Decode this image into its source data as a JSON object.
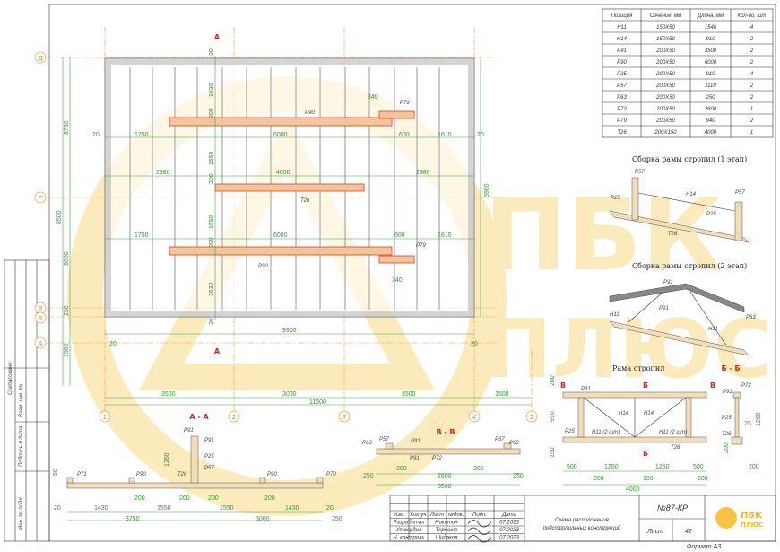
{
  "watermark": {
    "line1": "ПБК",
    "line2": "ПЛЮС",
    "color": "#f5c542"
  },
  "colors": {
    "accent_red": "#d0261e",
    "dimension_green": "#3aa83a",
    "axis_orange": "#f0a050",
    "beam_fill": "#f2c59a"
  },
  "axes": {
    "rows": [
      "Д",
      "Г",
      "В",
      "Б",
      "А"
    ],
    "cols": [
      "1",
      "2",
      "3",
      "4",
      "5"
    ]
  },
  "plan": {
    "section_mark": "А",
    "beams": [
      "Р90",
      "Р79",
      "Т26",
      "Р90",
      "Р79"
    ],
    "dims": {
      "d20": "20",
      "d1750": "1750",
      "d6000": "6000",
      "d600": "600",
      "d1610": "1610",
      "d2980": "2980",
      "d4000": "4000",
      "d340": "340",
      "d1630": "1630",
      "d1550": "1550",
      "d200": "200",
      "d9960": "9960",
      "d6960": "6960",
      "d3730": "3730",
      "d8500": "8500",
      "d3000": "3000",
      "d250": "250",
      "d1500": "1500",
      "d3500": "3500",
      "d11500": "11500"
    }
  },
  "table": {
    "headers": [
      "Позиция",
      "Сечение, мм",
      "Длина, мм",
      "Кол-во, шт"
    ],
    "rows": [
      [
        "Н11",
        "150Х50",
        "1546",
        "4"
      ],
      [
        "Н14",
        "150Х50",
        "910",
        "2"
      ],
      [
        "Р91",
        "200Х50",
        "3500",
        "2"
      ],
      [
        "Р90",
        "200Х50",
        "6000",
        "2"
      ],
      [
        "Р25",
        "200Х50",
        "910",
        "4"
      ],
      [
        "Р57",
        "200Х50",
        "1110",
        "2"
      ],
      [
        "Р63",
        "200Х50",
        "250",
        "2"
      ],
      [
        "Р72",
        "200Х50",
        "2600",
        "1"
      ],
      [
        "Р79",
        "200Х50",
        "940",
        "2"
      ],
      [
        "Т26",
        "200Х150",
        "4000",
        "1"
      ]
    ]
  },
  "views": {
    "stage1": {
      "title": "Сборка рамы стропил (1 этап)",
      "labels": [
        "Р57",
        "Р25",
        "Н14",
        "Р57",
        "Р25",
        "Т26"
      ]
    },
    "stage2": {
      "title": "Сборка рамы стропил (2 этап)",
      "labels": [
        "Р91",
        "Н11",
        "Р91",
        "Н11",
        "Р63"
      ]
    },
    "frame": {
      "title": "Рама стропил",
      "section_v": "В",
      "section_b": "Б",
      "labels": [
        "Р91",
        "Н14",
        "Н14",
        "Р25",
        "Н11 (2 шт)",
        "Н11 (2 шт)",
        "Т26"
      ],
      "dims": [
        "200",
        "910",
        "150",
        "500",
        "1250",
        "1250",
        "500",
        "200",
        "100",
        "200",
        "4000"
      ]
    },
    "bb": {
      "title": "Б - Б",
      "labels": [
        "Р91",
        "Р72",
        "Р25",
        "Т26"
      ],
      "dims": [
        "200",
        "25",
        "1260",
        "200"
      ]
    },
    "aa": {
      "title": "А - А",
      "labels": [
        "Р91",
        "Р91",
        "Р25",
        "Р57",
        "Т26",
        "Р71",
        "Р90",
        "Р90",
        "Р70"
      ],
      "dims": [
        "1260",
        "200",
        "50",
        "20",
        "1430",
        "200",
        "1550",
        "200",
        "1550",
        "200",
        "1430",
        "20",
        "3750",
        "3000",
        "250"
      ]
    },
    "vv": {
      "title": "В - В",
      "labels": [
        "Р63",
        "Р57",
        "Р91",
        "Р91",
        "Р72",
        "Р57",
        "Р63"
      ],
      "dims": [
        "250",
        "200",
        "2600",
        "200",
        "250",
        "3500"
      ]
    }
  },
  "stamp": {
    "approved": "Согласовано",
    "inv_vz": "Взам. инв. №",
    "sign_date": "Подпись и дата",
    "inv_orig": "Инв. № подл."
  },
  "title_block": {
    "headers": [
      "Изм.",
      "Кол.уч",
      "Лист",
      "№док.",
      "Подп.",
      "Дата"
    ],
    "rows": [
      {
        "role": "Разработал",
        "name": "Никитин",
        "date": "07.2023"
      },
      {
        "role": "Утвердил",
        "name": "Терешко",
        "date": "07.2023"
      },
      {
        "role": "Н. контроль",
        "name": "Шидаков",
        "date": "07.2023"
      }
    ],
    "description_line1": "Схема расположения",
    "description_line2": "подстропильных конструкций",
    "doc_number": "№87-КР",
    "sheet_label": "Лист",
    "sheet_number": "42",
    "logo_line1": "ПБК",
    "logo_line2": "ПЛЮС",
    "format": "Формат А3"
  }
}
